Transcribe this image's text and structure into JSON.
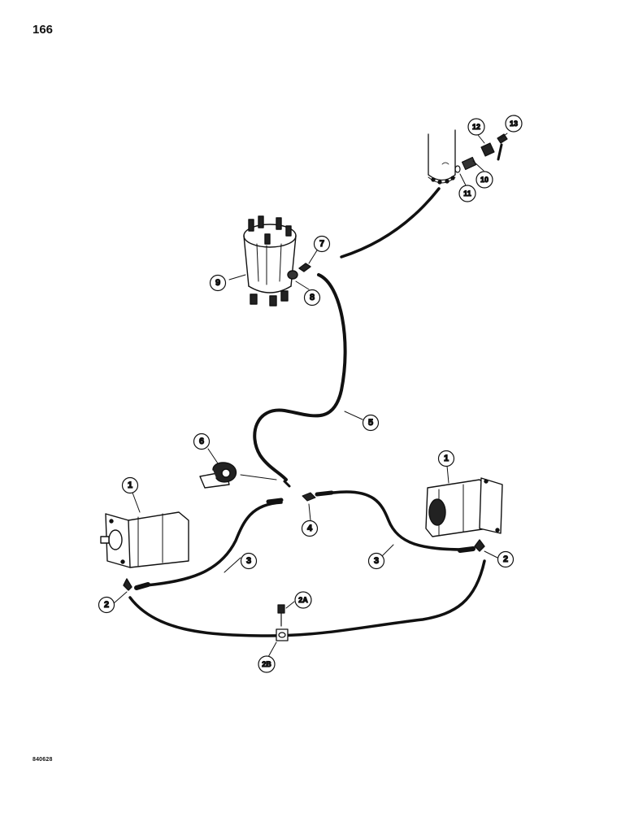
{
  "page": {
    "number": "166",
    "drawing_code": "840628"
  },
  "callouts": {
    "c1_left": "1",
    "c1_right": "1",
    "c2_left": "2",
    "c2_right": "2",
    "c2a": "2A",
    "c2b": "2B",
    "c3_left": "3",
    "c3_right": "3",
    "c4": "4",
    "c5": "5",
    "c6": "6",
    "c7": "7",
    "c8": "8",
    "c9": "9",
    "c10": "10",
    "c11": "11",
    "c12": "12",
    "c13": "13"
  },
  "colors": {
    "ink": "#111111",
    "paper": "#ffffff",
    "shade": "#777777"
  }
}
